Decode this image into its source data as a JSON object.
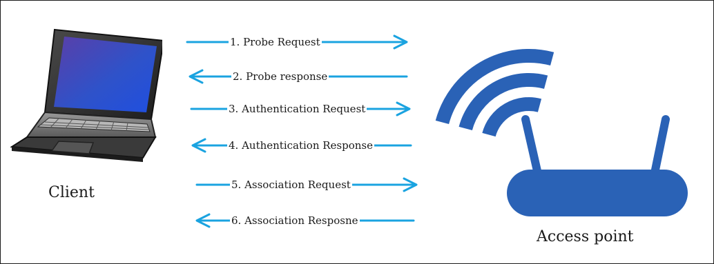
{
  "diagram": {
    "colors": {
      "arrow": "#1aa3e0",
      "router": "#2a62b6",
      "border": "#1a1a1a",
      "text": "#1a1a1a"
    },
    "client": {
      "label": "Client",
      "icon": "laptop-icon"
    },
    "access_point": {
      "label": "Access point",
      "icon": "wireless-router-icon"
    },
    "messages": [
      {
        "step": 1,
        "label": "1. Probe Request",
        "direction": "to-access-point"
      },
      {
        "step": 2,
        "label": "2. Probe response",
        "direction": "to-client"
      },
      {
        "step": 3,
        "label": "3. Authentication Request",
        "direction": "to-access-point"
      },
      {
        "step": 4,
        "label": "4. Authentication Response",
        "direction": "to-client"
      },
      {
        "step": 5,
        "label": "5. Association Request",
        "direction": "to-access-point"
      },
      {
        "step": 6,
        "label": "6. Association Resposne",
        "direction": "to-client"
      }
    ]
  }
}
